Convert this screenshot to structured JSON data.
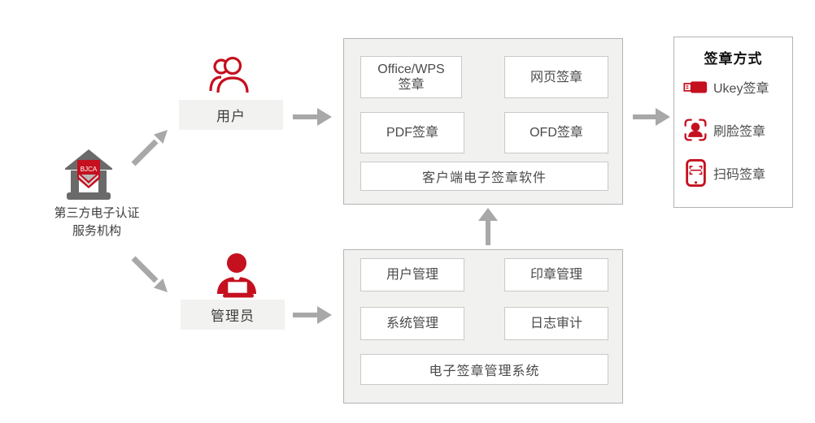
{
  "colors": {
    "brand_red": "#c5101f",
    "icon_gray": "#6a6a6a",
    "arrow_gray": "#a8a8a8",
    "panel_bg": "#f1f1ef",
    "panel_border": "#b3b3b3",
    "box_border": "#c9c9c9",
    "label_bg": "#f2f2f1",
    "text_dark": "#3d3d3d"
  },
  "org": {
    "badge": "BJCA",
    "name_line1": "第三方电子认证",
    "name_line2": "服务机构"
  },
  "actors": {
    "user_label": "用户",
    "admin_label": "管理员"
  },
  "client_software": {
    "boxes": [
      {
        "line1": "Office/WPS",
        "line2": "签章"
      },
      {
        "line1": "网页签章"
      },
      {
        "line1": "PDF签章"
      },
      {
        "line1": "OFD签章"
      }
    ],
    "footer": "客户端电子签章软件"
  },
  "management_system": {
    "boxes": [
      {
        "line1": "用户管理"
      },
      {
        "line1": "印章管理"
      },
      {
        "line1": "系统管理"
      },
      {
        "line1": "日志审计"
      }
    ],
    "footer": "电子签章管理系统"
  },
  "sign_methods": {
    "title": "签章方式",
    "items": [
      {
        "icon": "ukey-icon",
        "label": "Ukey签章"
      },
      {
        "icon": "face-scan-icon",
        "label": "刷脸签章"
      },
      {
        "icon": "qr-scan-icon",
        "label": "扫码签章"
      }
    ]
  }
}
